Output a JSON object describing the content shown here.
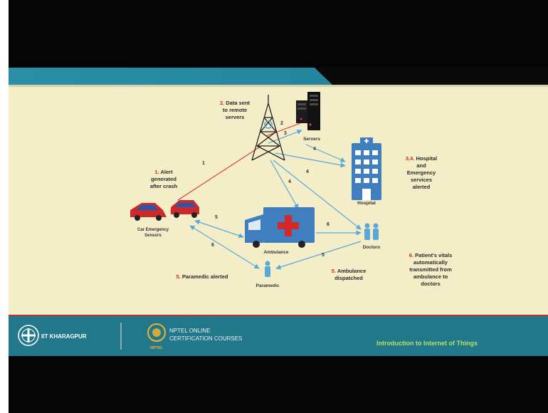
{
  "diagram": {
    "steps": {
      "s1": {
        "num": "1.",
        "lines": [
          "Alert",
          "generated",
          "after crash"
        ]
      },
      "s2": {
        "num": "2.",
        "lines": [
          "Data sent",
          "to remote",
          "servers"
        ]
      },
      "s34": {
        "num": "3,4.",
        "lines": [
          "Hospital",
          "and",
          "Emergency",
          "services",
          "alerted"
        ]
      },
      "s5a": {
        "num": "5.",
        "lines": [
          "Paramedic alerted"
        ]
      },
      "s5b": {
        "num": "5.",
        "lines": [
          "Ambulance",
          "dispatched"
        ]
      },
      "s6": {
        "num": "6.",
        "lines": [
          "Patient's vitals",
          "automatically",
          "transmitted from",
          "ambulance to",
          "doctors"
        ]
      }
    },
    "nodes": {
      "servers": "Servers",
      "hospital": "Hospital",
      "car": [
        "Car Emergency",
        "Sensors"
      ],
      "ambulance": "Ambulance",
      "doctors": "Doctors",
      "paramedic": "Paramedic"
    },
    "edge_labels": {
      "car_tower": "1",
      "tower_servers_a": "2",
      "tower_servers_b": "3",
      "servers_hospital": "4",
      "tower_hospital": "4",
      "tower_ambulance": "4",
      "car_ambulance": "5",
      "car_paramedic": "6",
      "ambulance_doctors": "6",
      "doctors_paramedic": "5"
    }
  },
  "footer": {
    "institute": "IIT KHARAGPUR",
    "program_line1": "NPTEL ONLINE",
    "program_line2": "CERTIFICATION COURSES",
    "logo_caption": "NPTEL",
    "course": "Introduction to Internet of Things"
  },
  "colors": {
    "slide_bg": "#f3edc8",
    "header_teal": "#2a8fa6",
    "arrow_blue": "#5aa8d8",
    "alert_red": "#e0403c",
    "accent_red": "#cc2a2a",
    "footer_teal": "#21788a",
    "course_green": "#b6e06a"
  }
}
